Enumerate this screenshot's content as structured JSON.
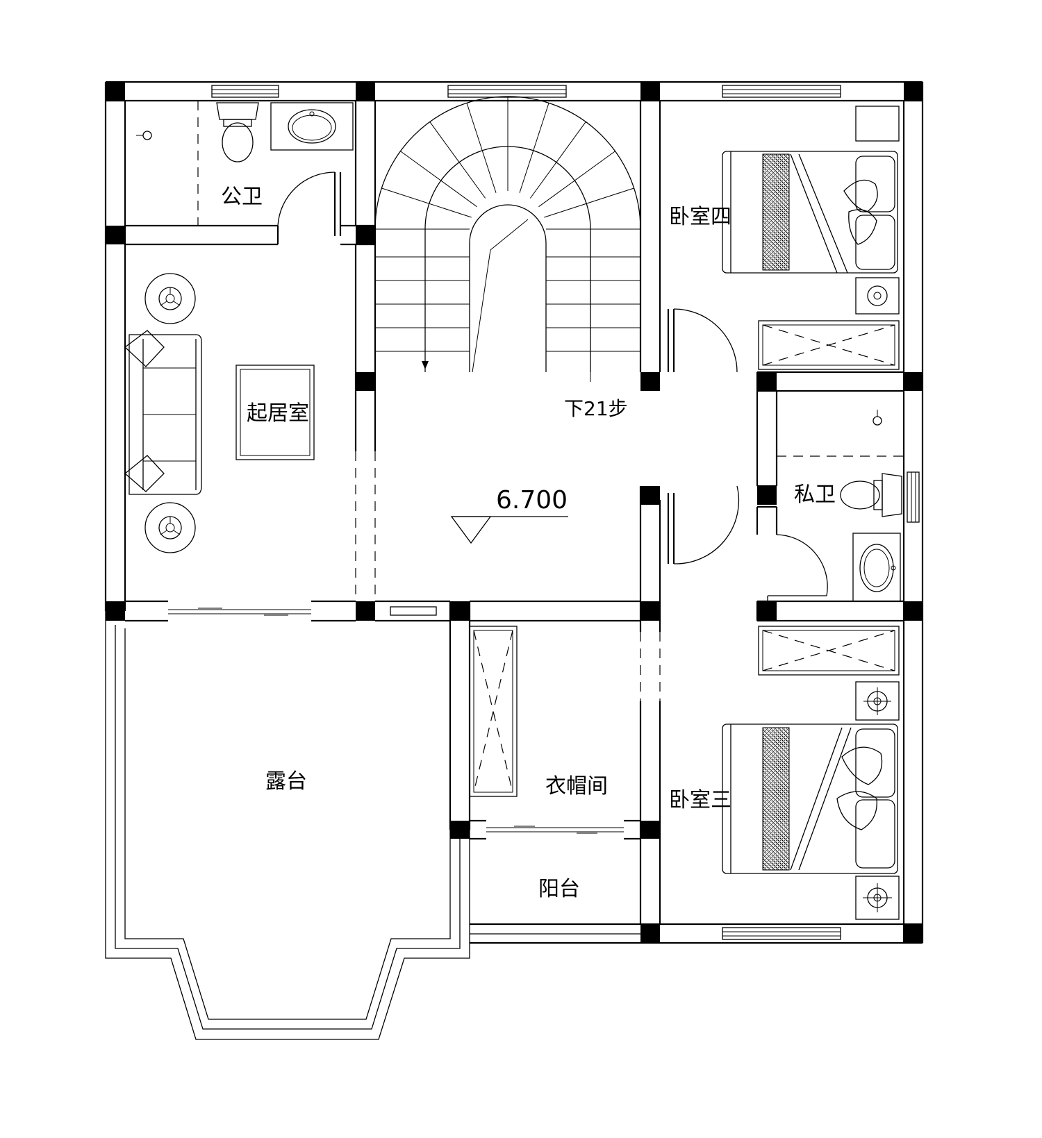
{
  "rooms": {
    "public_bath": "公卫",
    "living": "起居室",
    "bedroom4": "卧室四",
    "private_bath": "私卫",
    "terrace": "露台",
    "cloakroom": "衣帽间",
    "bedroom3": "卧室三",
    "balcony": "阳台"
  },
  "stair_note": "下21步",
  "elevation": "6.700",
  "colors": {
    "line": "#000000",
    "background": "#ffffff"
  },
  "icons": [
    "toilet-icon",
    "sink-icon",
    "floor-drain-icon",
    "bed-icon",
    "sofa-icon",
    "lamp-icon",
    "spiral-stair-icon",
    "wardrobe-icon"
  ]
}
